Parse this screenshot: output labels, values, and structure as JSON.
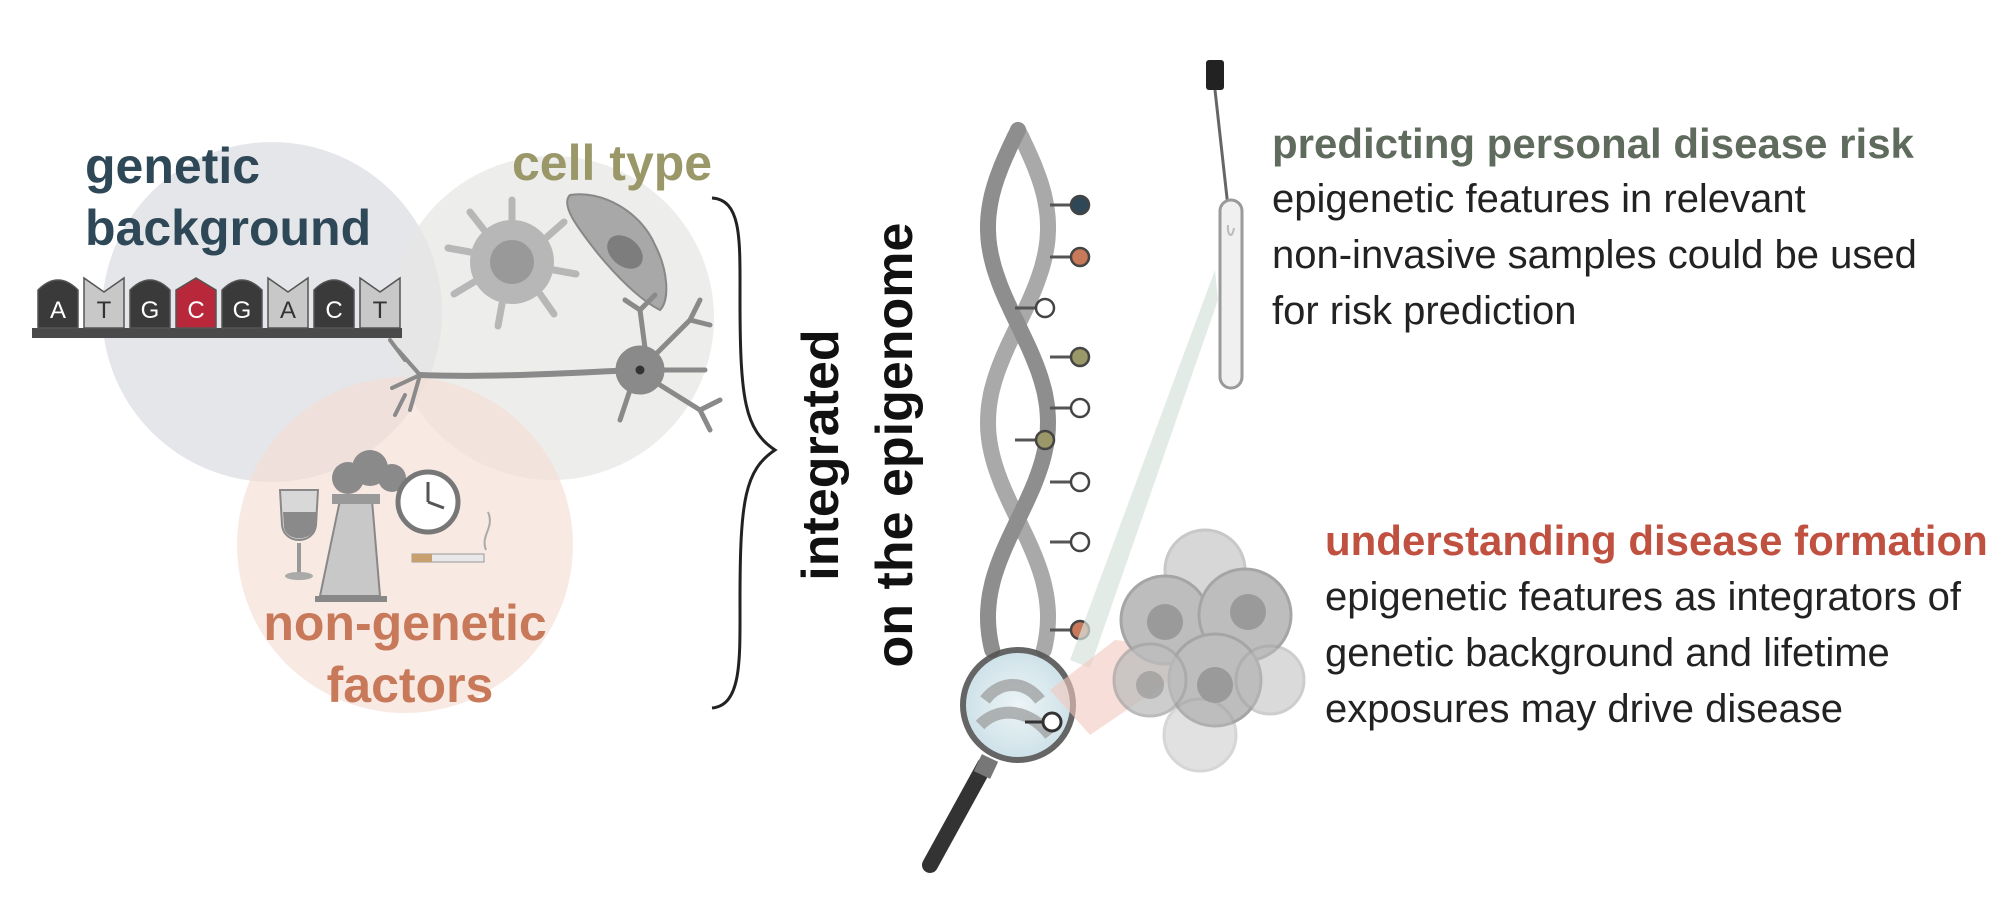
{
  "venn": {
    "genetic_line1": "genetic",
    "genetic_line2": "background",
    "cell_type": "cell type",
    "nongenetic_line1": "non-genetic",
    "nongenetic_line2": "factors",
    "dna_bases": [
      "A",
      "T",
      "G",
      "C",
      "G",
      "A",
      "C",
      "T"
    ],
    "highlight_base_index": 3
  },
  "integration": {
    "line1": "integrated",
    "line2": "on the epigenome"
  },
  "risk": {
    "title": "predicting personal disease risk",
    "lines": [
      "epigenetic features in relevant",
      "non-invasive samples could be used",
      "for risk prediction"
    ]
  },
  "formation": {
    "title": "understanding disease formation",
    "lines": [
      "epigenetic features as integrators of",
      "genetic background and lifetime",
      "exposures may drive disease"
    ]
  },
  "colors": {
    "genetic": "#2f4858",
    "cell_type": "#9a9868",
    "nongenetic": "#c8795a",
    "risk_title": "#5f6b5c",
    "formation_title": "#c0503f",
    "body_text": "#222222",
    "base_dark": "#3a3a3a",
    "base_light": "#c8c8c8",
    "base_highlight": "#b8283a"
  }
}
